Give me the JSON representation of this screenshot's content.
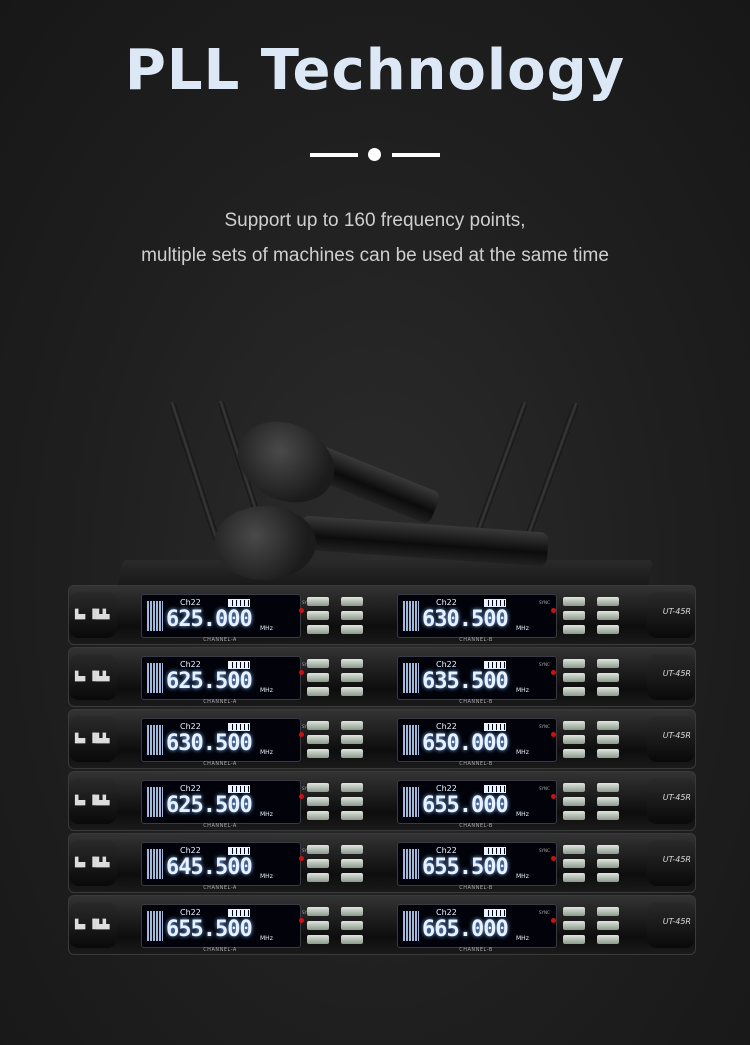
{
  "header": {
    "title": "PLL Technology",
    "subtitle_line1": "Support up to 160 frequency points,",
    "subtitle_line2": "multiple sets of machines can be used at the same time"
  },
  "units": [
    {
      "ch": "Ch22",
      "freq_a": "625.000",
      "freq_b": "630.500"
    },
    {
      "ch": "Ch22",
      "freq_a": "625.500",
      "freq_b": "635.500"
    },
    {
      "ch": "Ch22",
      "freq_a": "630.500",
      "freq_b": "650.000"
    },
    {
      "ch": "Ch22",
      "freq_a": "625.500",
      "freq_b": "655.000"
    },
    {
      "ch": "Ch22",
      "freq_a": "645.500",
      "freq_b": "655.500"
    },
    {
      "ch": "Ch22",
      "freq_a": "655.500",
      "freq_b": "665.000"
    }
  ],
  "labels": {
    "channel_a": "CHANNEL-A",
    "channel_b": "CHANNEL-B",
    "mhz": "MHz",
    "sync": "SYNC",
    "model": "UT-45R"
  },
  "colors": {
    "title": "#dde8f6",
    "lcd_text": "#e8f2ff",
    "background": "#1e1e1e"
  }
}
